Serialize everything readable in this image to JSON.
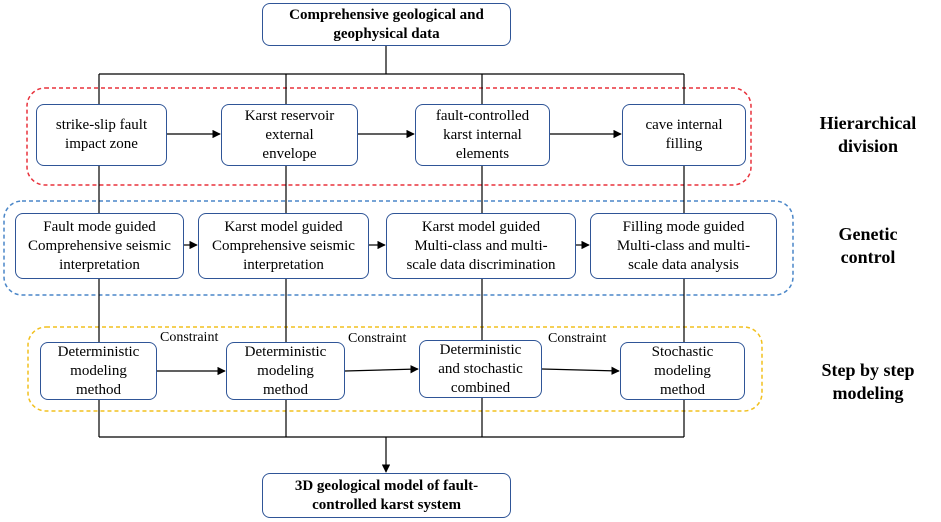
{
  "colors": {
    "box_border": "#2f5597",
    "hierarchical_frame": "#e8323c",
    "genetic_frame": "#4a86c8",
    "modeling_frame": "#f2c01e",
    "line": "#000000"
  },
  "top_box": {
    "line1": "Comprehensive geological and",
    "line2": "geophysical data"
  },
  "bottom_box": {
    "line1": "3D geological model of fault-",
    "line2": "controlled karst system"
  },
  "stages": [
    {
      "label_line1": "Hierarchical",
      "label_line2": "division",
      "boxes": [
        {
          "line1": "strike-slip fault",
          "line2": "impact zone"
        },
        {
          "line1": "Karst reservoir",
          "line2": "external",
          "line3": "envelope"
        },
        {
          "line1": "fault-controlled",
          "line2": "karst internal",
          "line3": "elements"
        },
        {
          "line1": "cave internal",
          "line2": "filling"
        }
      ]
    },
    {
      "label_line1": "Genetic",
      "label_line2": "control",
      "boxes": [
        {
          "line1": "Fault mode guided",
          "line2": "Comprehensive seismic",
          "line3": "interpretation"
        },
        {
          "line1": "Karst model guided",
          "line2": "Comprehensive seismic",
          "line3": "interpretation"
        },
        {
          "line1": "Karst model guided",
          "line2": "Multi-class and multi-",
          "line3": "scale data discrimination"
        },
        {
          "line1": "Filling mode guided",
          "line2": "Multi-class and multi-",
          "line3": "scale data analysis"
        }
      ]
    },
    {
      "label_line1": "Step by step",
      "label_line2": "modeling",
      "boxes": [
        {
          "line1": "Deterministic",
          "line2": "modeling",
          "line3": "method"
        },
        {
          "line1": "Deterministic",
          "line2": "modeling",
          "line3": "method"
        },
        {
          "line1": "Deterministic",
          "line2": "and stochastic",
          "line3": "combined"
        },
        {
          "line1": "Stochastic",
          "line2": "modeling",
          "line3": "method"
        }
      ],
      "constraints": [
        "Constraint",
        "Constraint",
        "Constraint"
      ]
    }
  ]
}
